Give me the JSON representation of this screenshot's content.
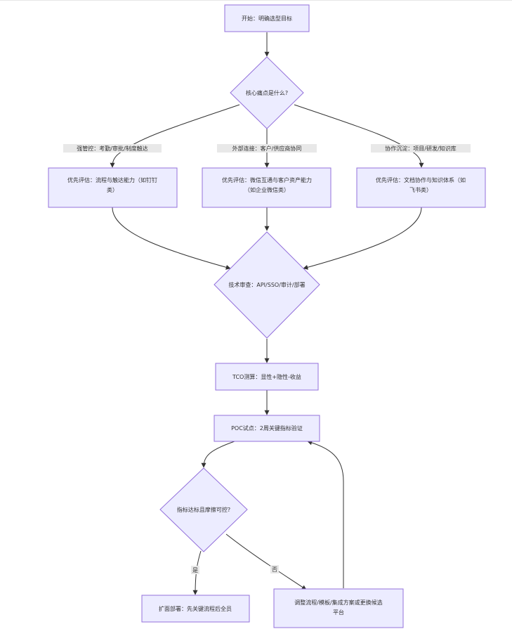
{
  "nodes": {
    "start": "开始：明确选型目标",
    "core_pain": "核心痛点是什么?",
    "eval_process": [
      "优先评估：流程与触达能力（如钉钉",
      "类）"
    ],
    "eval_wechat": [
      "优先评估：微信互通与客户资产能力",
      "（如企业微信类）"
    ],
    "eval_docs": [
      "优先评估：文档协作与知识体系（如",
      "飞书类）"
    ],
    "tech_review": "技术审查：API/SSO/审计/部署",
    "tco": "TCO测算：显性+隐性-收益",
    "poc": "POC试点：2周关键指标验证",
    "metrics_check": "指标达标且摩擦可控?",
    "rollout": "扩面部署：先关键流程后全员",
    "adjust": [
      "调整流程/模板/集成方案或更换候选",
      "平台"
    ]
  },
  "edges": {
    "strong_control": "强管控：考勤/审批/制度触达",
    "external": "外部连接：客户/供应商协同",
    "collab": "协作沉淀：项目/研发/知识库",
    "yes": "是",
    "no": "否"
  },
  "colors": {
    "node_fill": "#ECECFF",
    "node_stroke": "#9370DB",
    "edge": "#333333",
    "edge_label_bg": "#e8e8e8"
  }
}
